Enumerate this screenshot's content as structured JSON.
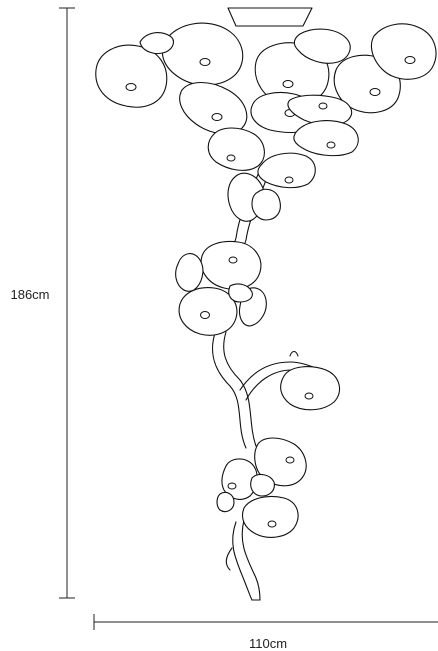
{
  "dimensions": {
    "height_label": "186cm",
    "width_label": "110cm"
  },
  "colors": {
    "line": "#222222",
    "outline": "#111111",
    "background": "#ffffff"
  },
  "drawing": {
    "subject": "leaf-cluster-wall-sconce"
  }
}
